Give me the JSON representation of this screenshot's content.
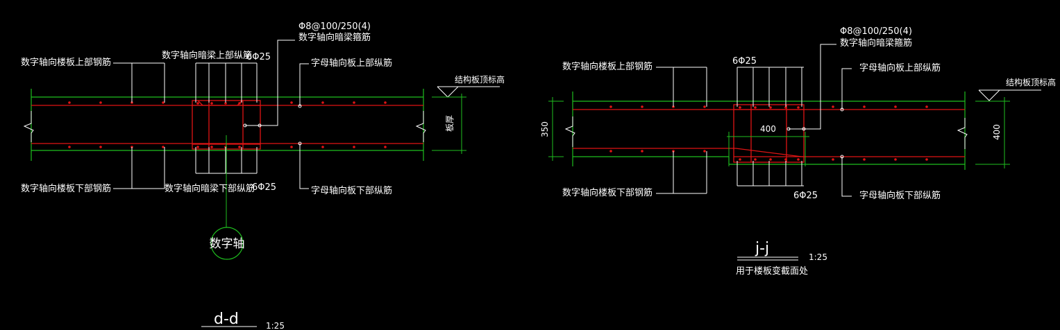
{
  "colors": {
    "background": "#000000",
    "concrete": "#1fbf1f",
    "rebar": "#e01414",
    "leader": "#ffffff",
    "dimension": "#1fbf1f",
    "text": "#ffffff"
  },
  "left_section": {
    "stirrup_spec": "Φ8@100/250(4)",
    "stirrup_label": "数字轴向暗梁箍筋",
    "beam_top_label": "数字轴向暗梁上部纵筋",
    "beam_top_count": "6Φ25",
    "slab_top_left": "数字轴向楼板上部钢筋",
    "slab_top_right": "字母轴向板上部纵筋",
    "slab_bottom_left": "数字轴向楼板下部钢筋",
    "beam_bottom_label": "数字轴向暗梁下部纵筋",
    "beam_bottom_count": "6Φ25",
    "slab_bottom_right": "字母轴向板下部纵筋",
    "elevation_label": "结构板顶标高",
    "thickness_label": "板厚",
    "axis_bubble": "数字轴",
    "section_title": "d-d",
    "scale": "1:25"
  },
  "right_section": {
    "stirrup_spec": "Φ8@100/250(4)",
    "stirrup_label": "数字轴向暗梁箍筋",
    "beam_top_count": "6Φ25",
    "slab_top_left": "数字轴向楼板上部钢筋",
    "slab_top_right": "字母轴向板上部纵筋",
    "slab_bottom_left": "数字轴向楼板下部钢筋",
    "beam_bottom_count": "6Φ25",
    "slab_bottom_right": "字母轴向板下部纵筋",
    "elevation_label": "结构板顶标高",
    "dim_left": "350",
    "dim_right": "400",
    "dim_beam_width": "400",
    "section_title": "j-j",
    "scale": "1:25",
    "note": "用于楼板变截面处"
  }
}
